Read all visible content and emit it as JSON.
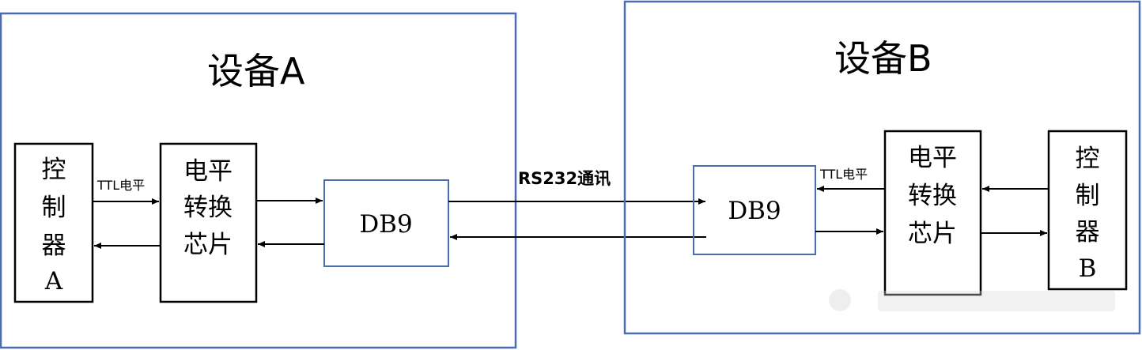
{
  "device_a": {
    "title": "设备A",
    "controller": [
      "控",
      "制",
      "器",
      "A"
    ],
    "converter": [
      "电平",
      "转换",
      "芯片"
    ],
    "db9": "DB9",
    "ttl_label": "TTL电平"
  },
  "device_b": {
    "title": "设备B",
    "controller": [
      "控",
      "制",
      "器",
      "B"
    ],
    "converter": [
      "电平",
      "转换",
      "芯片"
    ],
    "db9": "DB9",
    "ttl_label": "TTL电平"
  },
  "link_label": "RS232通讯",
  "colors": {
    "device_border": "#4a6db0",
    "box_border": "#000000",
    "db9_border": "#4a6db0",
    "arrow": "#000000"
  }
}
